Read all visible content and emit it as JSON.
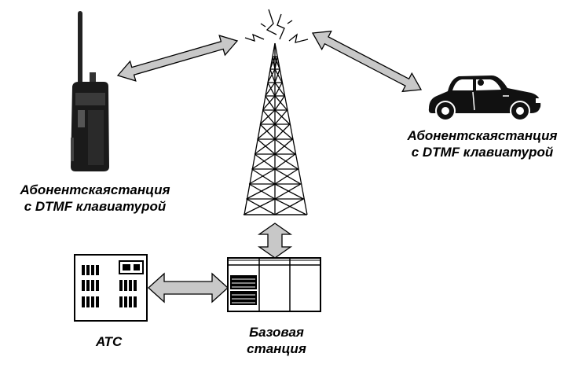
{
  "labels": {
    "radio_line1": "Абонентскаястанция",
    "radio_line2": "с DTMF клавиатурой",
    "car_line1": "Абонентскаястанция",
    "car_line2": "с DTMF клавиатурой",
    "pbx": "АТС",
    "base_line1": "Базовая",
    "base_line2": "станция"
  },
  "nodes": [
    {
      "id": "radio",
      "icon": "handheld-radio-icon"
    },
    {
      "id": "car",
      "icon": "car-icon"
    },
    {
      "id": "tower",
      "icon": "radio-tower-icon"
    },
    {
      "id": "pbx",
      "icon": "pbx-cabinet-icon"
    },
    {
      "id": "base",
      "icon": "base-station-icon"
    }
  ],
  "links": [
    {
      "from": "radio",
      "to": "tower",
      "type": "radio"
    },
    {
      "from": "car",
      "to": "tower",
      "type": "radio"
    },
    {
      "from": "tower",
      "to": "base",
      "type": "wired"
    },
    {
      "from": "pbx",
      "to": "base",
      "type": "wired"
    }
  ],
  "colors": {
    "arrow_fill": "#c8c8c8",
    "stroke": "#000000",
    "radio_body": "#1a1a1a"
  }
}
